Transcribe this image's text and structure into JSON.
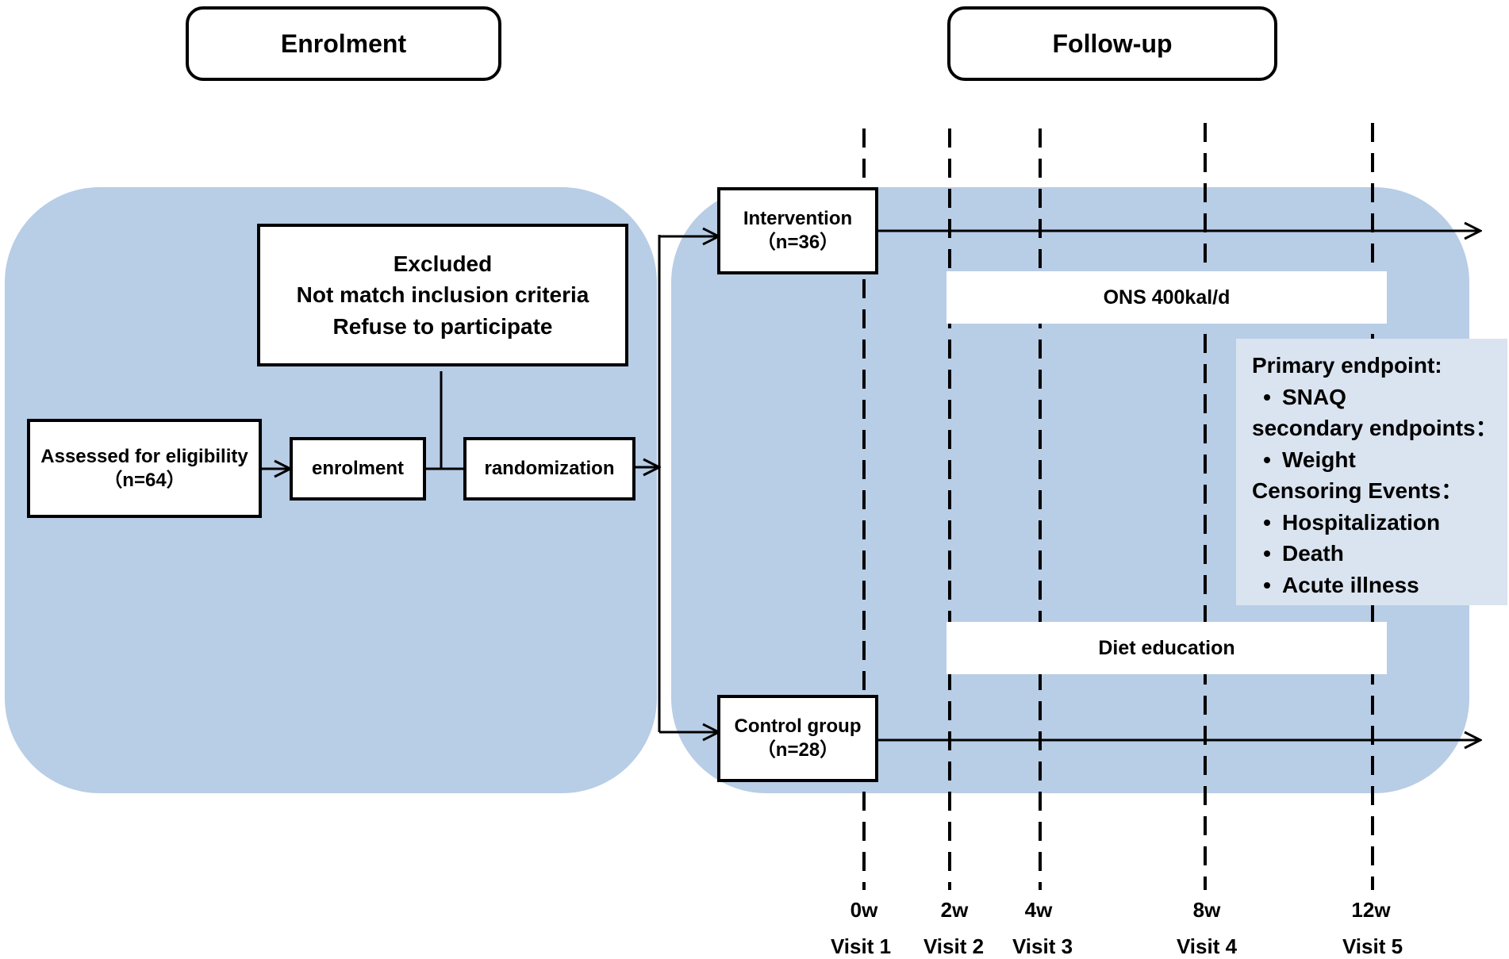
{
  "headers": {
    "enrolment": "Enrolment",
    "follow_up": "Follow-up"
  },
  "assessed": {
    "label": "Assessed for eligibility",
    "n": "（n=64）"
  },
  "enrolment_box": "enrolment",
  "excluded": {
    "title": "Excluded",
    "line1": "Not match inclusion criteria",
    "line2": "Refuse to participate"
  },
  "randomization": "randomization",
  "intervention": {
    "label": "Intervention",
    "n": "（n=36）"
  },
  "control": {
    "label": "Control group",
    "n": "（n=28）"
  },
  "ons_bar": "ONS 400kal/d",
  "diet_bar": "Diet education",
  "endpoints": {
    "primary_title": "Primary endpoint:",
    "primary_items": [
      "SNAQ"
    ],
    "secondary_title": "secondary endpoints：",
    "secondary_items": [
      "Weight"
    ],
    "censoring_title": "Censoring Events：",
    "censoring_items": [
      "Hospitalization",
      "Death",
      "Acute illness"
    ],
    "bullet": "•"
  },
  "timeline": [
    {
      "week": "0w",
      "visit": "Visit 1"
    },
    {
      "week": "2w",
      "visit": "Visit 2"
    },
    {
      "week": "4w",
      "visit": "Visit 3"
    },
    {
      "week": "8w",
      "visit": "Visit 4"
    },
    {
      "week": "12w",
      "visit": "Visit 5"
    }
  ],
  "colors": {
    "panel": "#b8cde6",
    "endpoint_panel": "#dae4f0",
    "line": "#000000"
  }
}
